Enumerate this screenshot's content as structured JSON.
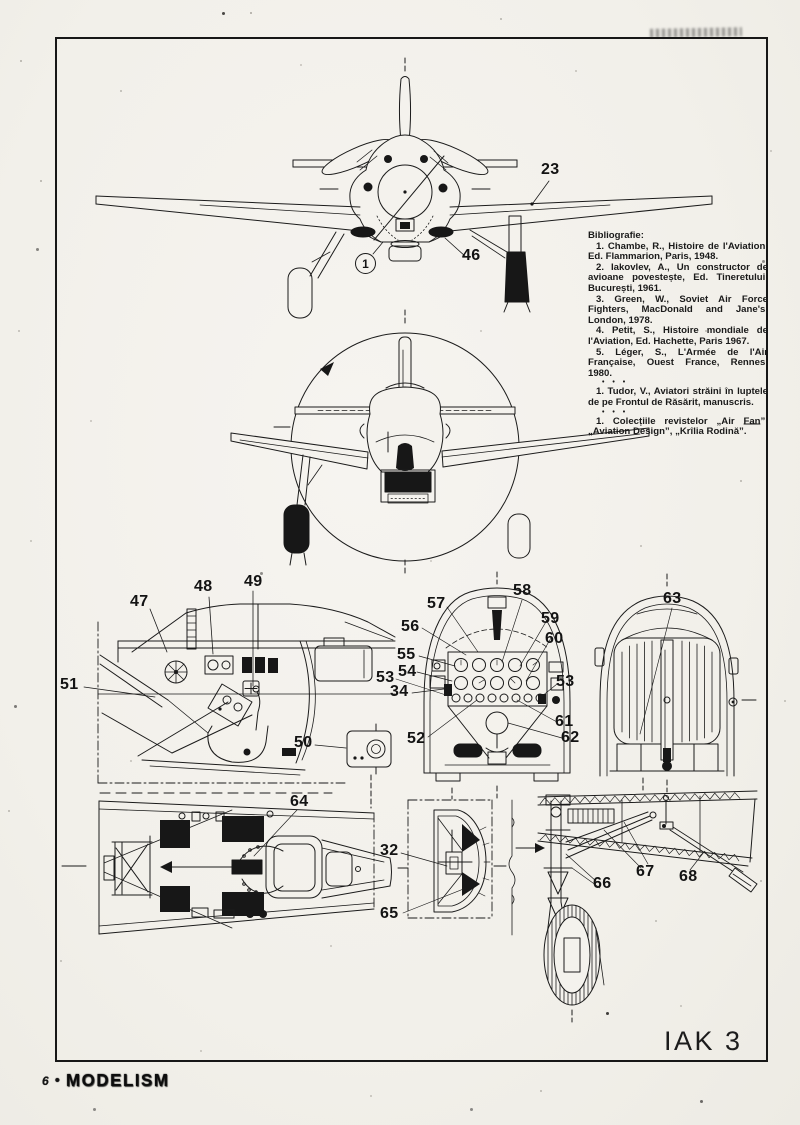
{
  "page": {
    "title": "IAK 3",
    "footer": {
      "issue": "6",
      "bullet": "•",
      "magazine": "MODELISM"
    }
  },
  "bibliography": {
    "heading": "Bibliografie:",
    "separator": "• • •",
    "books": [
      "1. Chambe, R., Histoire de l'Aviation, Ed. Flammarion, Paris, 1948.",
      "2. Iakovlev, A., Un constructor de avioane povestește, Ed. Tineretului, București, 1961.",
      "3. Green, W., Soviet Air Force Fighters, MacDonald and Jane's, London, 1978.",
      "4. Petit, S., Histoire mondiale de l'Aviation, Ed. Hachette, Paris 1967.",
      "5. Léger, S., L'Armée de l'Air Française, Ouest France, Rennes, 1980."
    ],
    "manuscripts": [
      "1. Tudor, V., Aviatori străini în luptele de pe Frontul de Răsărit, manuscris."
    ],
    "collections": [
      "1. Colecțiile revistelor „Air Fan”, „Aviation Design”, „Krîlia Rodină”."
    ]
  },
  "callouts": {
    "n1": "1",
    "n23": "23",
    "n32": "32",
    "n34": "34",
    "n46": "46",
    "n47": "47",
    "n48": "48",
    "n49": "49",
    "n50": "50",
    "n51": "51",
    "n52": "52",
    "n53a": "53",
    "n53b": "53",
    "n54": "54",
    "n55": "55",
    "n56": "56",
    "n57": "57",
    "n58": "58",
    "n59": "59",
    "n60": "60",
    "n61": "61",
    "n62": "62",
    "n63": "63",
    "n64": "64",
    "n65": "65",
    "n66": "66",
    "n67": "67",
    "n68": "68"
  }
}
